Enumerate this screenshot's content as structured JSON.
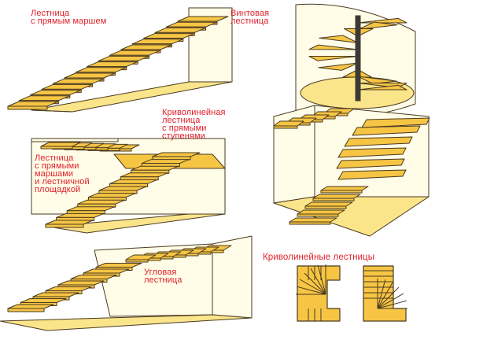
{
  "colors": {
    "step_fill": "#f6c544",
    "floor_fill": "#fbe58b",
    "wall_fill": "#fffce8",
    "outline": "#4a3a20",
    "label_red": "#e0202a",
    "pole": "#3a3a3a"
  },
  "labels": {
    "straight": [
      "Лестница",
      "с прямым маршем"
    ],
    "spiral": [
      "Винтовая",
      "лестница"
    ],
    "curved_straight_steps": [
      "Криволинейная",
      "лестница",
      "с прямыми",
      "ступенями"
    ],
    "landing": [
      "Лестница",
      "с прямыми",
      "маршами",
      "и лестничной",
      "площадкой"
    ],
    "corner": [
      "Угловая",
      "лестница"
    ],
    "curved_plans": [
      "Криволинейные лестницы"
    ]
  }
}
